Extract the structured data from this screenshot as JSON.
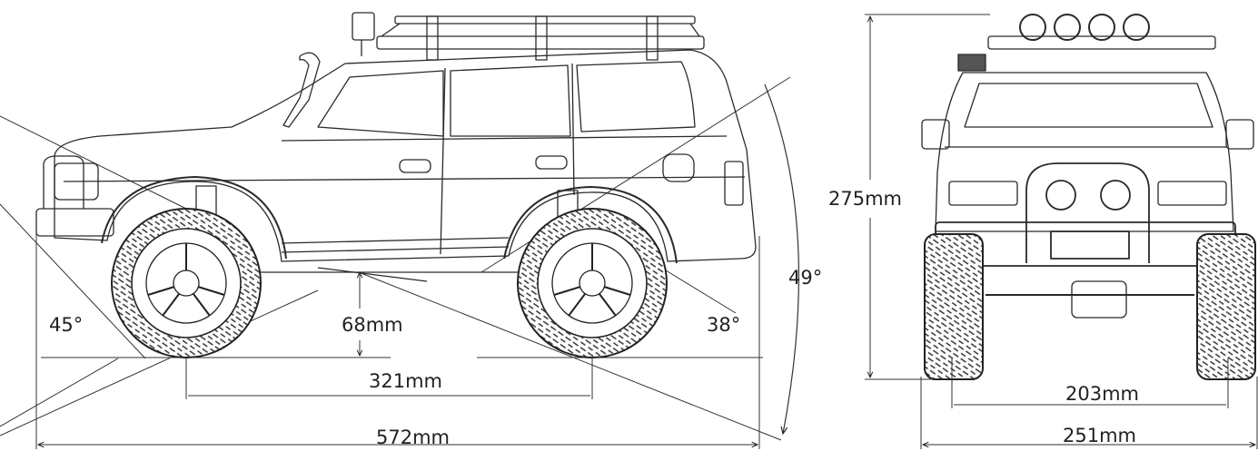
{
  "dimensions": {
    "approach_angle": "45°",
    "ground_clearance": "68mm",
    "departure_angle": "38°",
    "ramp_angle": "49°",
    "wheelbase": "321mm",
    "overall_length": "572mm",
    "overall_height": "275mm",
    "track_width": "203mm",
    "overall_width": "251mm"
  },
  "views": [
    "side-view",
    "front-view"
  ]
}
